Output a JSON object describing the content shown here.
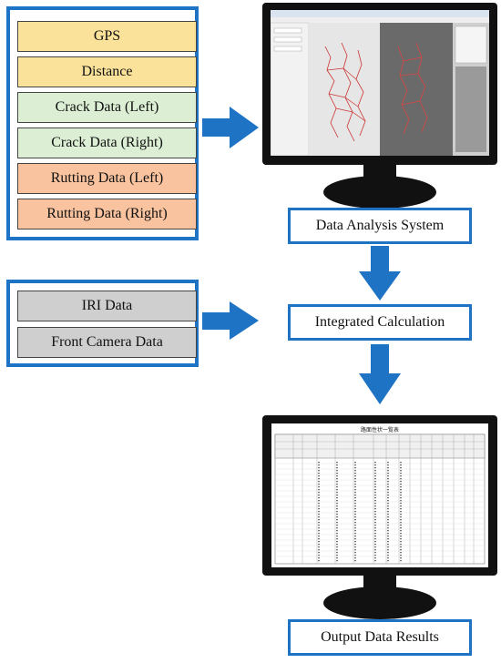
{
  "sensor_group": {
    "items": [
      {
        "label": "GPS",
        "color": "#fbe29a"
      },
      {
        "label": "Distance",
        "color": "#fbe29a"
      },
      {
        "label": "Crack Data (Left)",
        "color": "#dcefd5"
      },
      {
        "label": "Crack Data (Right)",
        "color": "#dcefd5"
      },
      {
        "label": "Rutting Data (Left)",
        "color": "#f8c39e"
      },
      {
        "label": "Rutting Data (Right)",
        "color": "#f8c39e"
      }
    ]
  },
  "extra_group": {
    "items": [
      {
        "label": "IRI Data",
        "color": "#cfcfcf"
      },
      {
        "label": "Front Camera Data",
        "color": "#cfcfcf"
      }
    ]
  },
  "steps": {
    "analysis": "Data Analysis System",
    "integration": "Integrated Calculation",
    "output": "Output Data Results"
  },
  "output_sheet": {
    "title": "路面性状一覧表"
  },
  "colors": {
    "accent_blue": "#1f73c4",
    "monitor_black": "#111111"
  },
  "icons": [
    "monitor-icon",
    "arrow-right-icon",
    "arrow-down-icon",
    "crack-map-image",
    "spreadsheet-image"
  ]
}
